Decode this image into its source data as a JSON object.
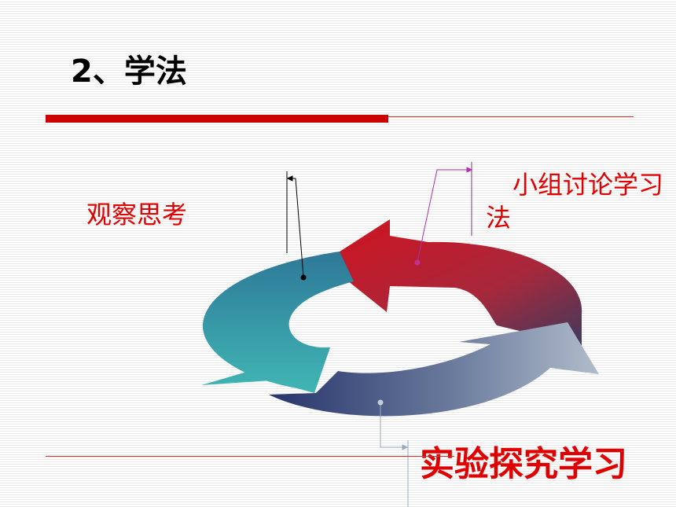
{
  "slide": {
    "title": "2、学法"
  },
  "cycle": {
    "labels": {
      "observe": "观察思考",
      "group": "小组讨论学习法",
      "experiment": "实验探究学习"
    },
    "colors": {
      "accent_red": "#cc0000",
      "label_red": "#e00000",
      "arrow_red": "#c91424",
      "arrow_teal": "#40b4b6",
      "arrow_navy": "#2e3d72",
      "arrow_silver": "#9aa6b8",
      "leader_magenta": "#b030b0",
      "leader_gray": "#98a8c0"
    }
  }
}
